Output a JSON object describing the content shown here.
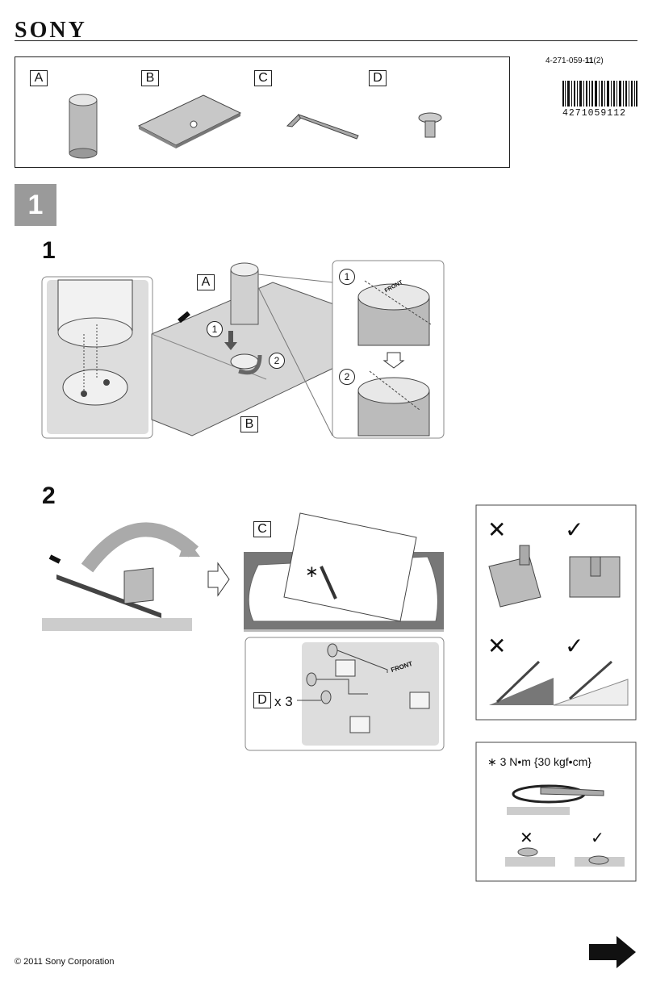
{
  "brand": "SONY",
  "doc": {
    "number_prefix": "4-271-059-",
    "number_bold": "11",
    "number_suffix": "(2)",
    "barcode": "4271059112"
  },
  "parts": [
    {
      "letter": "A"
    },
    {
      "letter": "B"
    },
    {
      "letter": "C"
    },
    {
      "letter": "D"
    }
  ],
  "section": "1",
  "steps": [
    {
      "number": "1",
      "callouts": [
        "A",
        "B"
      ],
      "substeps": [
        "1",
        "2"
      ],
      "detail_substeps": [
        "1",
        "2"
      ],
      "front_label": "FRONT"
    },
    {
      "number": "2",
      "callouts": [
        "C",
        "D"
      ],
      "screw_count": "x 3",
      "asterisk": "∗",
      "front_label": "FRONT"
    }
  ],
  "torque_note": "∗ 3 N•m {30 kgf•cm}",
  "marks": {
    "wrong": "✕",
    "right": "✓"
  },
  "copyright": "© 2011 Sony Corporation"
}
